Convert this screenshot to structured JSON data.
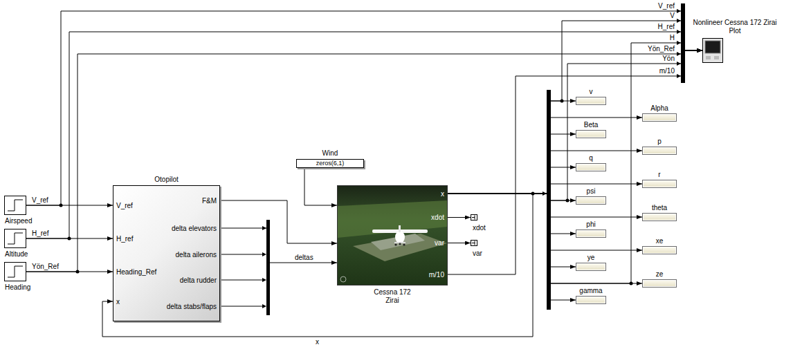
{
  "diagram": {
    "nodes": [
      {
        "text": [
          "Airspeed"
        ]
      },
      {
        "text": [
          "Altitude"
        ]
      },
      {
        "text": [
          "Heading"
        ]
      },
      {
        "text": [
          "Otopilot",
          "V_ref",
          "H_ref",
          "Heading_Ref",
          "x",
          "F&M",
          "delta elevators",
          "delta ailerons",
          "delta rudder",
          "delta stabs/flaps"
        ]
      },
      {
        "text": [
          "Wind",
          "zeros(6,1)"
        ]
      },
      {
        "text": [
          "x",
          "xdot",
          "var",
          "m/10",
          "Cessna 172 Zirai"
        ]
      },
      {
        "text": [
          "xdot"
        ]
      },
      {
        "text": [
          "var"
        ]
      },
      {
        "text": [
          "Nonlineer Cessna 172 Zirai Plot"
        ]
      },
      {
        "text": [
          "v"
        ]
      },
      {
        "text": [
          "Alpha"
        ]
      },
      {
        "text": [
          "Beta"
        ]
      },
      {
        "text": [
          "p"
        ]
      },
      {
        "text": [
          "q"
        ]
      },
      {
        "text": [
          "r"
        ]
      },
      {
        "text": [
          "psi"
        ]
      },
      {
        "text": [
          "theta"
        ]
      },
      {
        "text": [
          "phi"
        ]
      },
      {
        "text": [
          "xe"
        ]
      },
      {
        "text": [
          "ye"
        ]
      },
      {
        "text": [
          "ze"
        ]
      },
      {
        "text": [
          "gamma"
        ]
      }
    ],
    "edges": [
      {
        "from": 0,
        "to": 3,
        "arrow": "to",
        "label": "V_ref"
      },
      {
        "from": 0,
        "to": 8,
        "arrow": "to",
        "label": "V_ref"
      },
      {
        "from": 1,
        "to": 3,
        "arrow": "to",
        "label": "H_ref"
      },
      {
        "from": 1,
        "to": 8,
        "arrow": "to",
        "label": "H_ref"
      },
      {
        "from": 2,
        "to": 3,
        "arrow": "to",
        "label": "Yön_Ref"
      },
      {
        "from": 2,
        "to": 8,
        "arrow": "to",
        "label": "Yön_Ref"
      },
      {
        "from": 3,
        "to": 5,
        "arrow": "to"
      },
      {
        "from": 3,
        "to": 5,
        "arrow": "to",
        "label": "deltas"
      },
      {
        "from": 4,
        "to": 5,
        "arrow": "to"
      },
      {
        "from": 5,
        "to": 6,
        "arrow": "to"
      },
      {
        "from": 5,
        "to": 7,
        "arrow": "to"
      },
      {
        "from": 5,
        "to": 3,
        "arrow": "to",
        "label": "x"
      },
      {
        "from": 5,
        "to": 8,
        "arrow": "to",
        "label": "V"
      },
      {
        "from": 5,
        "to": 8,
        "arrow": "to",
        "label": "H"
      },
      {
        "from": 5,
        "to": 8,
        "arrow": "to",
        "label": "Yön"
      },
      {
        "from": 5,
        "to": 8,
        "arrow": "to",
        "label": "m/10"
      },
      {
        "from": 5,
        "to": 9,
        "arrow": "to"
      },
      {
        "from": 5,
        "to": 10,
        "arrow": "to"
      },
      {
        "from": 5,
        "to": 11,
        "arrow": "to"
      },
      {
        "from": 5,
        "to": 12,
        "arrow": "to"
      },
      {
        "from": 5,
        "to": 13,
        "arrow": "to"
      },
      {
        "from": 5,
        "to": 14,
        "arrow": "to"
      },
      {
        "from": 5,
        "to": 15,
        "arrow": "to"
      },
      {
        "from": 5,
        "to": 16,
        "arrow": "to"
      },
      {
        "from": 5,
        "to": 17,
        "arrow": "to"
      },
      {
        "from": 5,
        "to": 18,
        "arrow": "to"
      },
      {
        "from": 5,
        "to": 19,
        "arrow": "to"
      },
      {
        "from": 5,
        "to": 20,
        "arrow": "to"
      },
      {
        "from": 5,
        "to": 21,
        "arrow": "to"
      }
    ]
  }
}
